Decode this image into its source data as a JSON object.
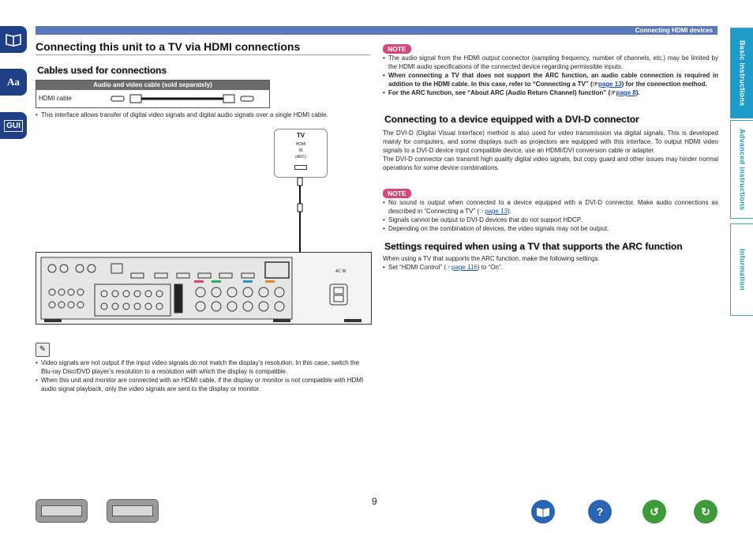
{
  "header": {
    "section": "Connecting HDMI devices"
  },
  "side_tabs": [
    "Basic instructions",
    "Advanced instructions",
    "Information"
  ],
  "left_icons": {
    "gui": "GUI",
    "aa": "Aa"
  },
  "title": "Connecting this unit to a TV via HDMI connections",
  "cables": {
    "heading": "Cables used for connections",
    "table_header": "Audio and video cable (sold separately)",
    "row_label": "HDMI cable"
  },
  "intro_bullet": "This interface allows transfer of digital video signals and digital audio signals over a single HDMI cable.",
  "tv_diagram": {
    "tv": "TV",
    "port1": "HDMI",
    "port2": "IN",
    "port3": "(ARC)",
    "ac_in": "AC IN"
  },
  "memo_notes": [
    "Video signals are not output if the input video signals do not match the display’s resolution. In this case, switch the Blu-ray Disc/DVD player’s resolution to a resolution with which the display is compatible.",
    "When this unit and monitor are connected with an HDMI cable, if the display or monitor is not compatible with HDMI audio signal playback, only the video signals are sent to the display or monitor."
  ],
  "note_label": "NOTE",
  "note1": {
    "b1": "The audio signal from the HDMI output connector (sampling frequency, number of channels, etc.) may be limited by the HDMI audio specifications of the connected device regarding permissible inputs.",
    "b2_pre": "When connecting a TV that does not support the ARC function, an audio cable connection is required in addition to the HDMI cable. In this case, refer to “Connecting a TV” (",
    "b2_link": "page 13",
    "b2_post": ") for the connection method.",
    "b3_pre": "For the ARC function, see “About ARC (Audio Return Channel) function” (",
    "b3_link": "page 8",
    "b3_post": ")."
  },
  "dvi": {
    "heading": "Connecting to a device equipped with a DVI-D connector",
    "p1": "The DVI-D (Digital Visual Interface) method is also used for video transmission via digital signals. This is developed mainly for computers, and some displays such as projectors are equipped with this interface. To output HDMI video signals to a DVI-D device input compatible device, use an HDMI/DVI conversion cable or adapter.",
    "p2": "The DVI-D connector can transmit high quality digital video signals, but copy guard and other issues may hinder normal operations for some device combinations."
  },
  "note2": {
    "b1_pre": "No sound is output when connected to a device equipped with a DVI-D connector. Make audio connections as described in “Connecting a TV” (",
    "b1_link": "page 13",
    "b1_post": ").",
    "b2": "Signals cannot be output to DVI-D devices that do not support HDCP.",
    "b3": "Depending on the combination of devices, the video signals may not be output."
  },
  "arc": {
    "heading": "Settings required when using a TV that supports the ARC function",
    "p1": "When using a TV that supports the ARC function, make the following settings.",
    "b1_pre": "Set “HDMI Control” (",
    "b1_link": "page 116",
    "b1_post": ") to “On”."
  },
  "page_number": "9",
  "colors": {
    "accent": "#1d9ac8",
    "band": "#5b78b8",
    "note": "#d9457a",
    "icon": "#1f3f86"
  },
  "bottom_icons": [
    "front-panel-icon",
    "display-icon",
    "book-icon",
    "help-icon",
    "back-icon",
    "forward-icon"
  ]
}
